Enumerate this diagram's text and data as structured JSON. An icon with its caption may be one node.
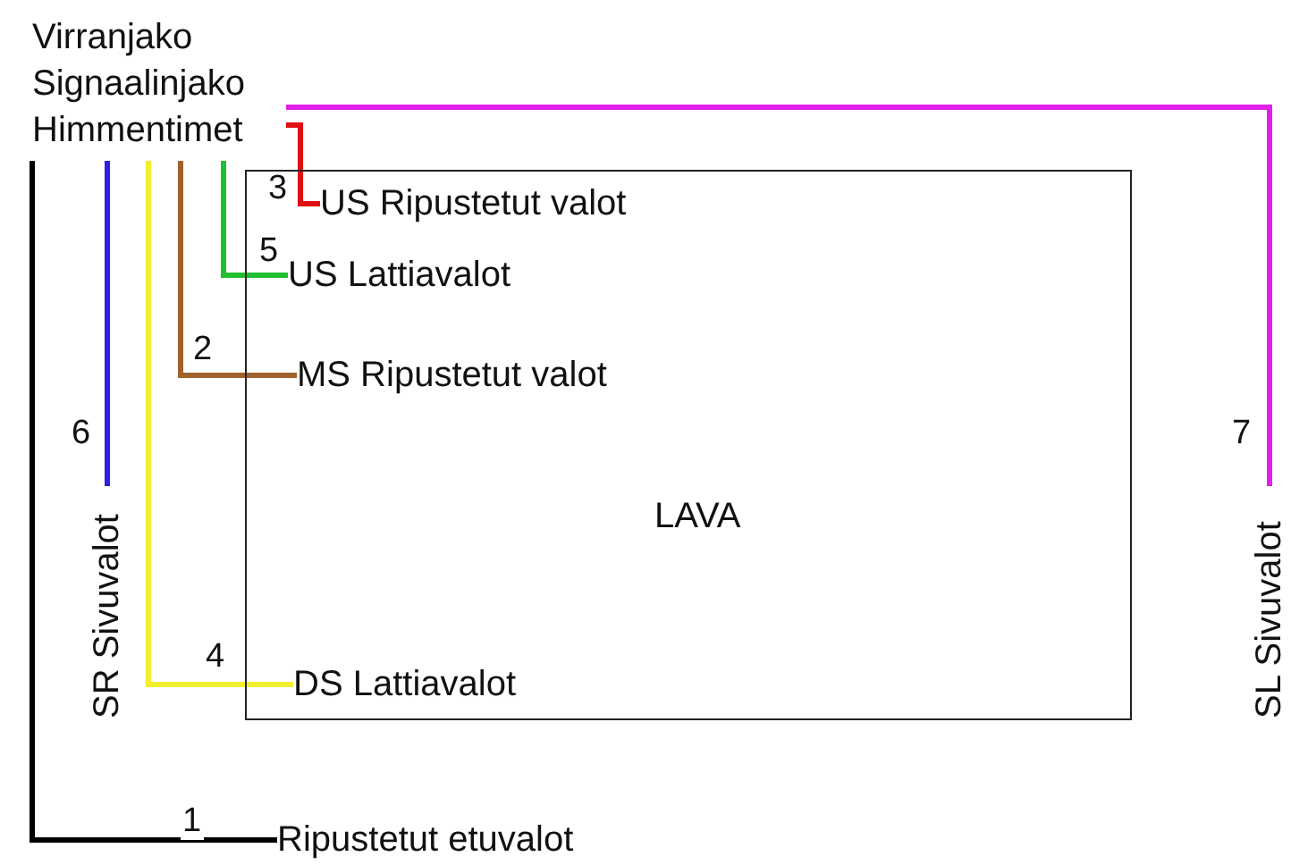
{
  "diagram": {
    "nodes": [
      {
        "text": [
          "Virranjako",
          "Signaalinjako",
          "Himmentimet"
        ]
      },
      {
        "text": [
          "LAVA"
        ]
      },
      {
        "text": [
          "US Ripustetut valot"
        ],
        "in": 1
      },
      {
        "text": [
          "US Lattiavalot"
        ],
        "in": 1
      },
      {
        "text": [
          "MS Ripustetut valot"
        ],
        "in": 1
      },
      {
        "text": [
          "DS Lattiavalot"
        ],
        "in": 1
      },
      {
        "text": [
          "SR Sivuvalot"
        ]
      },
      {
        "text": [
          "SL Sivuvalot"
        ]
      },
      {
        "text": [
          "Ripustetut etuvalot"
        ]
      }
    ],
    "edges": [
      {
        "from": 0,
        "to": 8,
        "arrow": "none",
        "label": "1",
        "color": "#000000"
      },
      {
        "from": 0,
        "to": 4,
        "arrow": "none",
        "label": "2",
        "color": "#a0622d"
      },
      {
        "from": 0,
        "to": 2,
        "arrow": "none",
        "label": "3",
        "color": "#e01010"
      },
      {
        "from": 0,
        "to": 5,
        "arrow": "none",
        "label": "4",
        "color": "#f2ee30"
      },
      {
        "from": 0,
        "to": 3,
        "arrow": "none",
        "label": "5",
        "color": "#20c030"
      },
      {
        "from": 0,
        "to": 6,
        "arrow": "none",
        "label": "6",
        "color": "#3020e0"
      },
      {
        "from": 0,
        "to": 7,
        "arrow": "none",
        "label": "7",
        "color": "#e020e8"
      }
    ]
  }
}
